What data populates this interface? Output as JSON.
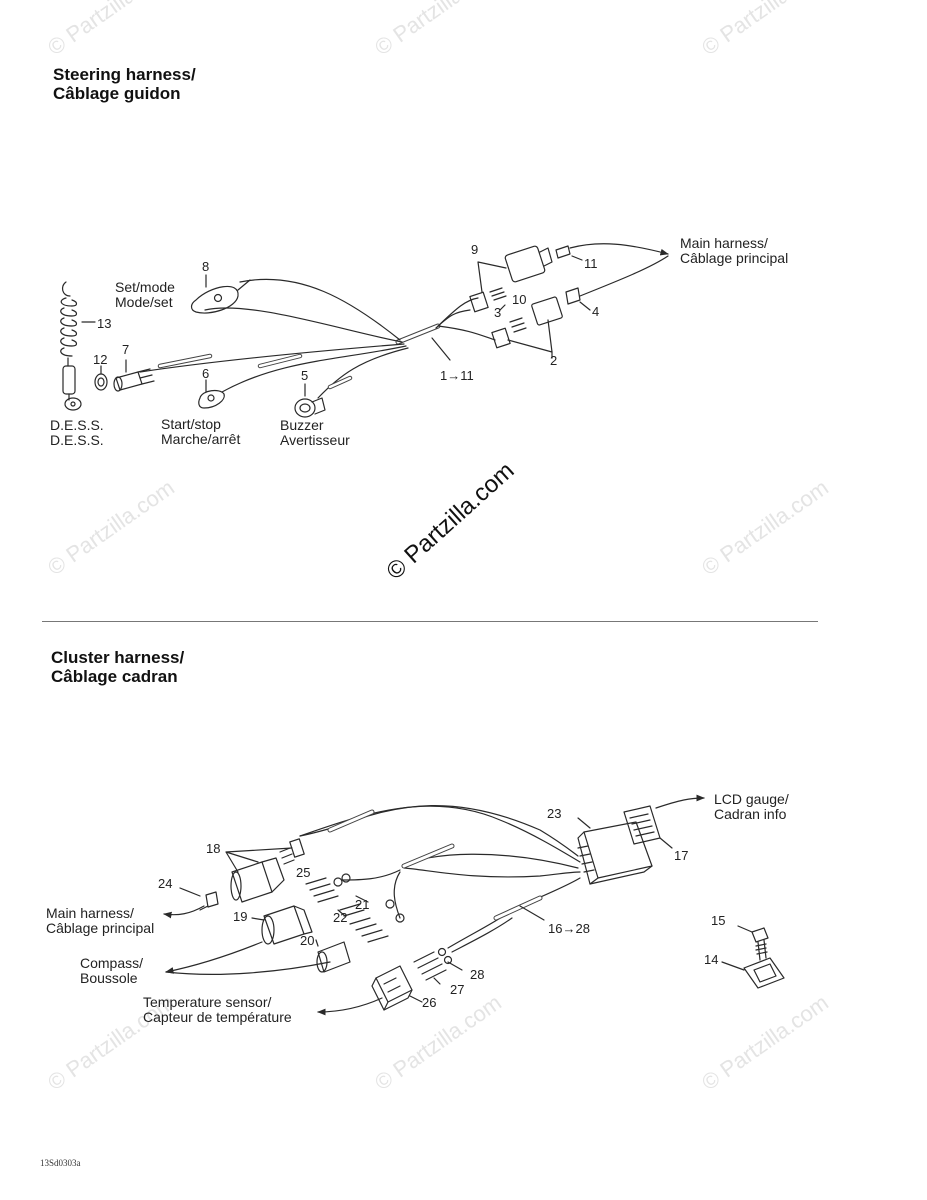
{
  "sections": {
    "steering": {
      "title_en": "Steering harness/",
      "title_fr": "Câblage guidon"
    },
    "cluster": {
      "title_en": "Cluster harness/",
      "title_fr": "Câblage cadran"
    }
  },
  "steering_labels": {
    "set_mode_en": "Set/mode",
    "set_mode_fr": "Mode/set",
    "main_harness_en": "Main harness/",
    "main_harness_fr": "Câblage principal",
    "dess_en": "D.E.S.S.",
    "dess_fr": "D.E.S.S.",
    "start_stop_en": "Start/stop",
    "start_stop_fr": "Marche/arrêt",
    "buzzer_en": "Buzzer",
    "buzzer_fr": "Avertisseur"
  },
  "steering_callouts": {
    "c8": "8",
    "c9": "9",
    "c11": "11",
    "c10": "10",
    "c4": "4",
    "c3": "3",
    "c13": "13",
    "c12": "12",
    "c7": "7",
    "c2": "2",
    "c1_11": "1→11",
    "c6": "6",
    "c5": "5"
  },
  "cluster_labels": {
    "lcd_en": "LCD gauge/",
    "lcd_fr": "Cadran info",
    "main_harness_en": "Main harness/",
    "main_harness_fr": "Câblage principal",
    "compass_en": "Compass/",
    "compass_fr": "Boussole",
    "temp_en": "Temperature sensor/",
    "temp_fr": "Capteur de température"
  },
  "cluster_callouts": {
    "c23": "23",
    "c17": "17",
    "c18": "18",
    "c25": "25",
    "c24": "24",
    "c21": "21",
    "c22": "22",
    "c19": "19",
    "c16_28": "16→28",
    "c15": "15",
    "c20": "20",
    "c14": "14",
    "c28": "28",
    "c27": "27",
    "c26": "26"
  },
  "watermarks": {
    "main": "© Partzilla.com",
    "faint": "© Partzilla.com"
  },
  "reference_code": "13Sd0303a"
}
